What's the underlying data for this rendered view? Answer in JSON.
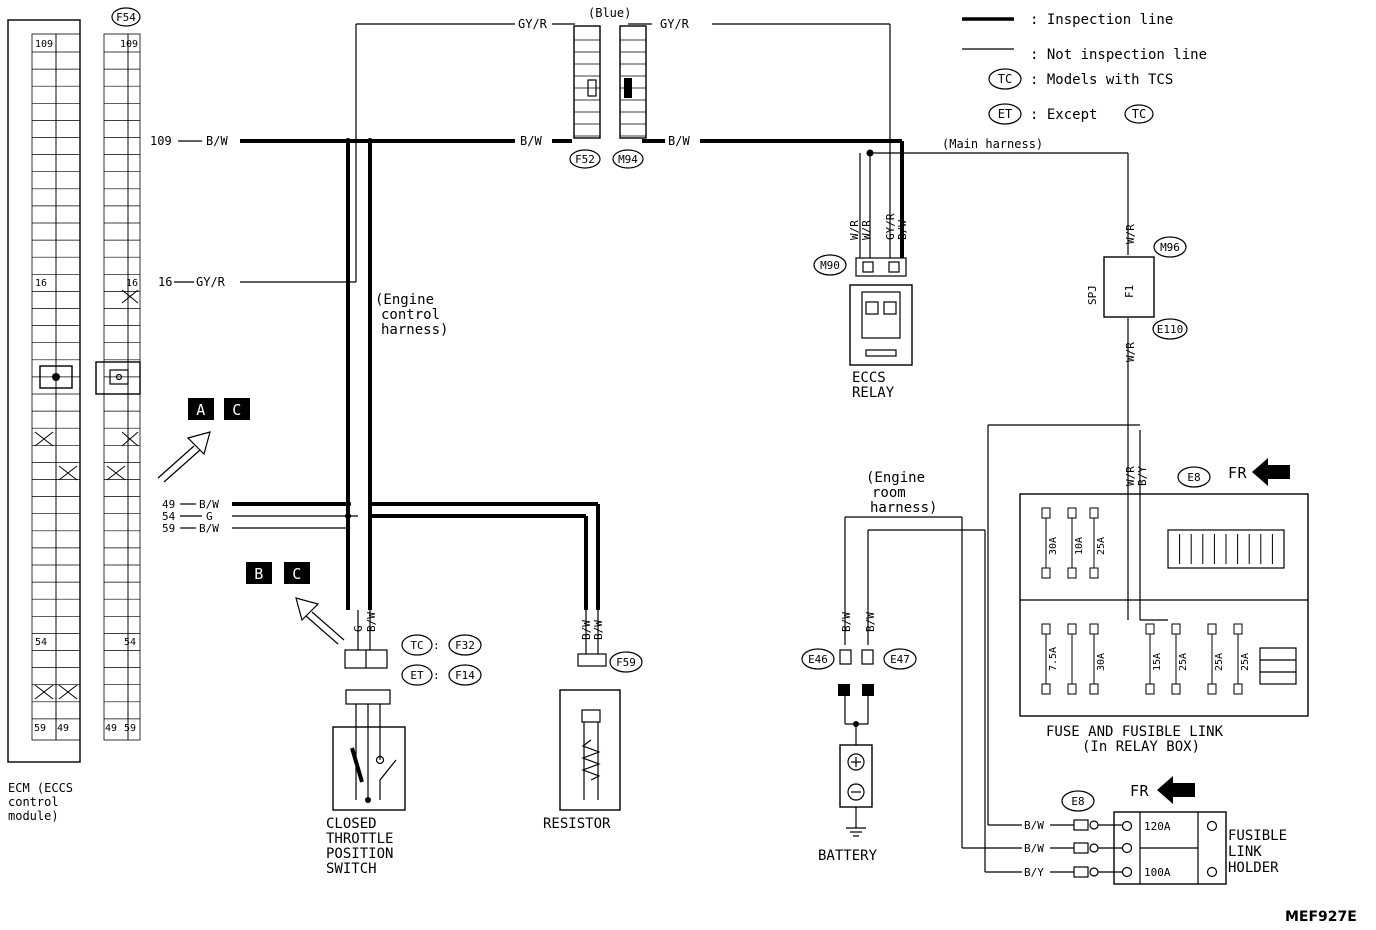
{
  "legend": {
    "inspection": ": Inspection line",
    "not_inspection": ": Not inspection line",
    "tc_sym": "TC",
    "tc_text": ": Models with TCS",
    "et_sym": "ET",
    "et_text": ": Except",
    "et_tc": "TC"
  },
  "ecm": {
    "label": [
      "ECM (ECCS",
      "control",
      "module)"
    ],
    "pins": {
      "p109": "109",
      "p16": "16",
      "p54": "54",
      "p59": "59",
      "p49": "49"
    }
  },
  "connectors": {
    "f54": "F54",
    "f52": "F52",
    "m94": "M94",
    "m90": "M90",
    "m96": "M96",
    "e110": "E110",
    "e8a": "E8",
    "e8b": "E8",
    "f32": "F32",
    "f14": "F14",
    "tc": "TC",
    "et": "ET",
    "f59": "F59",
    "e46": "E46",
    "e47": "E47"
  },
  "wires": {
    "w109": "109",
    "bw": "B/W",
    "gyr": "GY/R",
    "w16": "16",
    "w49": "49",
    "w54": "54",
    "w59": "59",
    "g": "G",
    "wr": "W/R",
    "by": "B/Y"
  },
  "labels": {
    "blue": "(Blue)",
    "main_harness": "(Main harness)",
    "engine_control_harness": [
      "(Engine",
      "control",
      "harness)"
    ],
    "engine_room_harness": [
      "(Engine",
      "room",
      "harness)"
    ],
    "eccs_relay": [
      "ECCS",
      "RELAY"
    ],
    "spj": "SPJ",
    "f1": "F1",
    "fr": "FR",
    "fuse_box": [
      "FUSE AND FUSIBLE LINK",
      "(In RELAY BOX)"
    ],
    "fusible_link_holder": [
      "FUSIBLE",
      "LINK",
      "HOLDER"
    ],
    "closed_throttle": [
      "CLOSED",
      "THROTTLE",
      "POSITION",
      "SWITCH"
    ],
    "resistor": "RESISTOR",
    "battery": "BATTERY",
    "ref_code": "MEF927E"
  },
  "sections": {
    "a": "A",
    "b": "B",
    "c1": "C",
    "c2": "C"
  },
  "fuses": {
    "top": [
      "30A",
      "10A",
      "25A"
    ],
    "bottom_left": [
      "7.5A",
      "30A"
    ],
    "bottom_right": [
      "15A",
      "25A",
      "25A",
      "25A"
    ],
    "link_120": "120A",
    "link_100": "100A"
  },
  "icons": {
    "arrow": "up-right-arrow-icon",
    "fr_arrow": "left-arrow-icon",
    "plus": "plus-icon",
    "minus": "minus-icon",
    "ground": "ground-icon"
  }
}
